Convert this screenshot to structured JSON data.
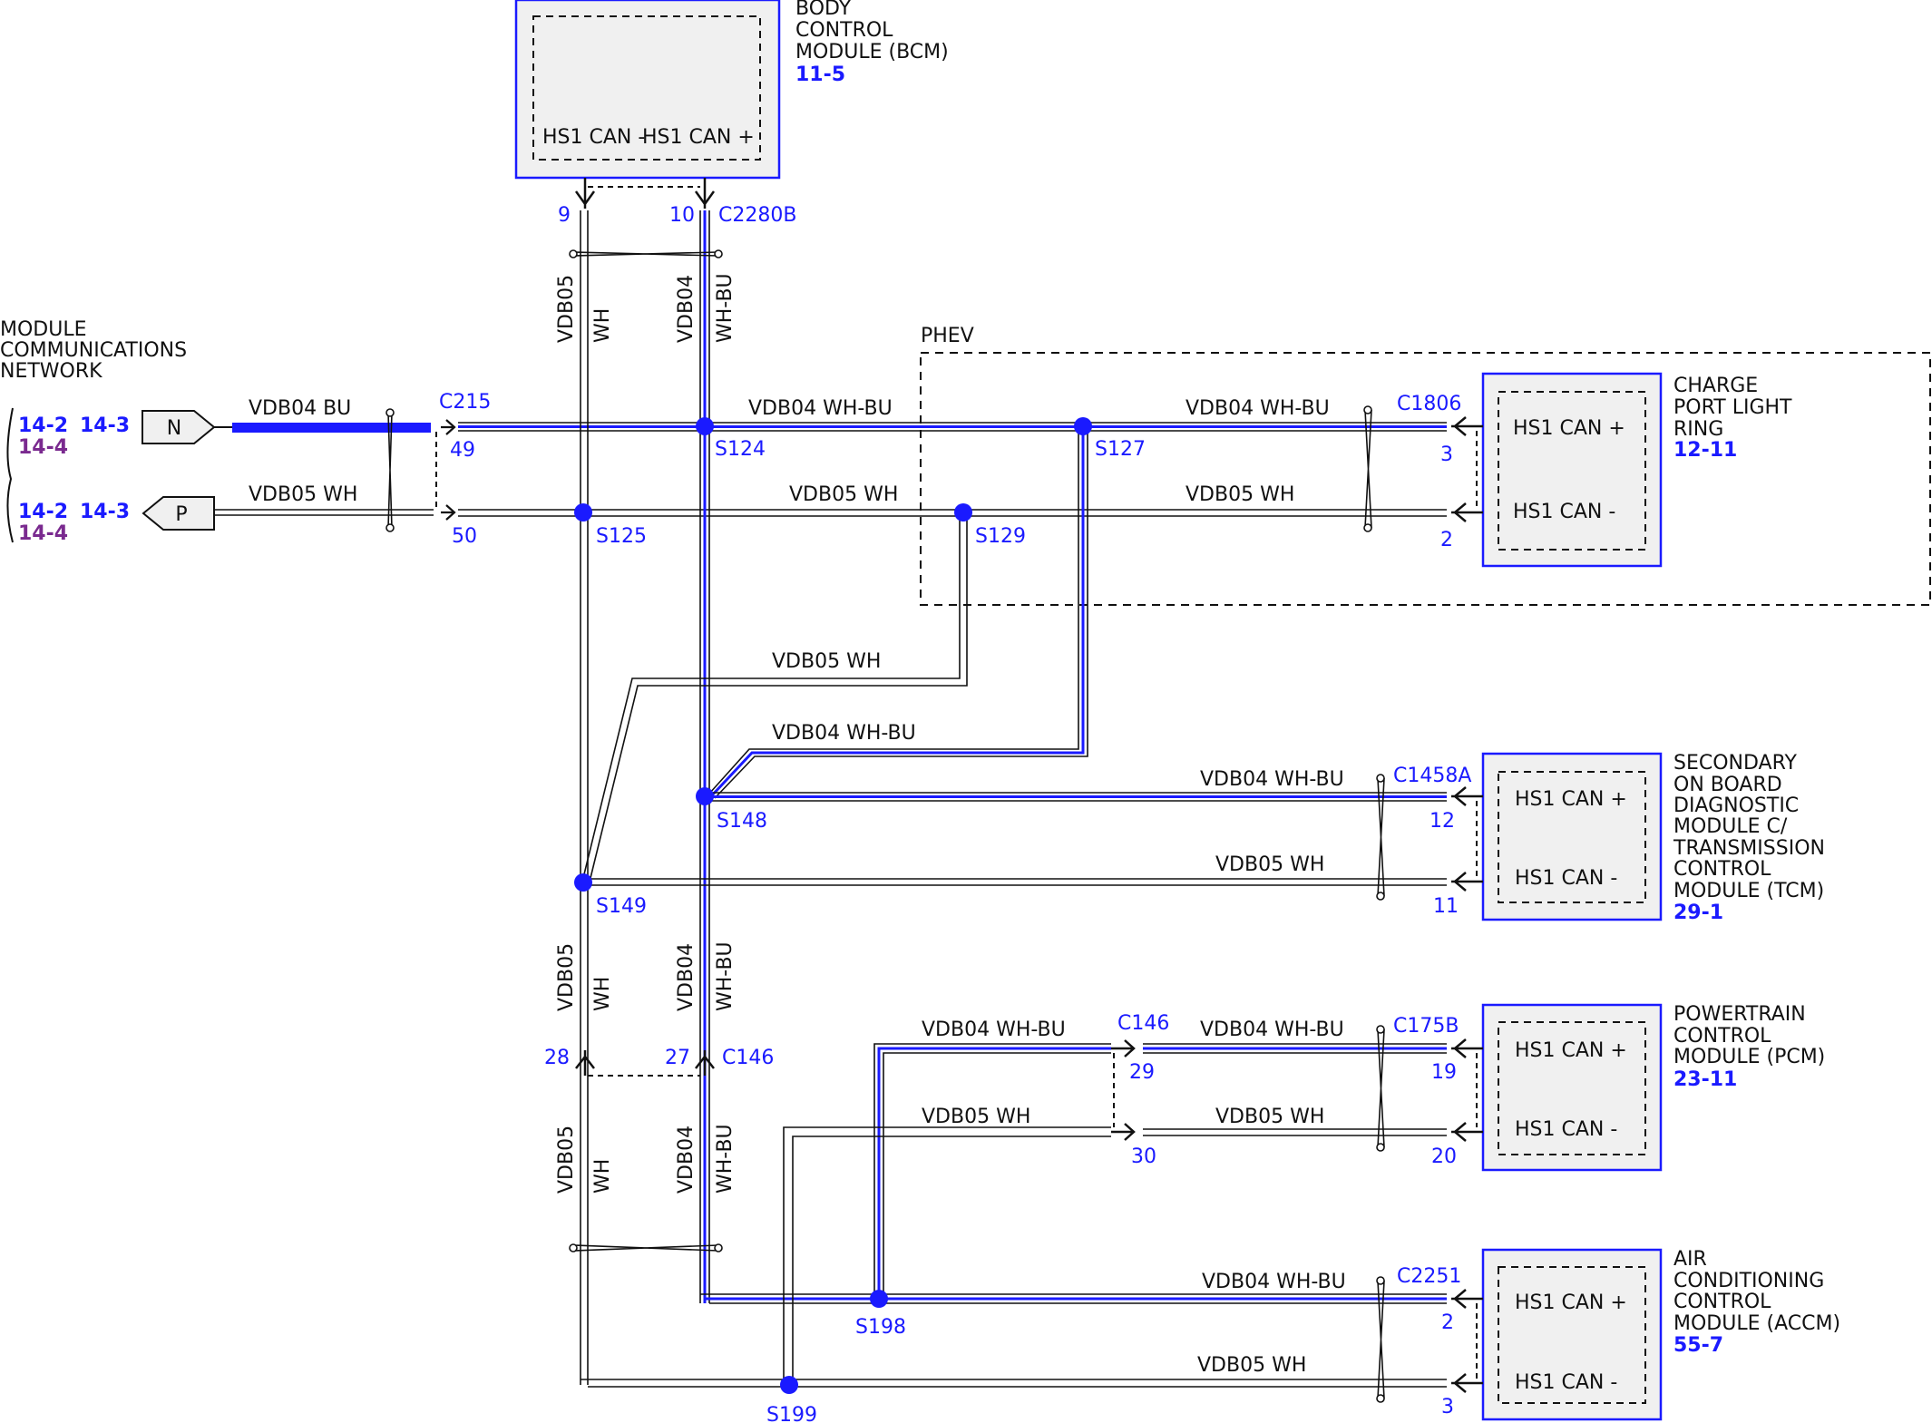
{
  "modules": {
    "bcm": {
      "name": [
        "BODY",
        "CONTROL",
        "MODULE (BCM)"
      ],
      "ref": "11-5",
      "pin_minus": "HS1 CAN -",
      "pin_plus": "HS1 CAN +"
    },
    "cplr": {
      "name": [
        "CHARGE",
        "PORT LIGHT",
        "RING"
      ],
      "ref": "12-11",
      "pin_plus": "HS1 CAN +",
      "pin_minus": "HS1 CAN -"
    },
    "tcm": {
      "name": [
        "SECONDARY",
        "ON BOARD",
        "DIAGNOSTIC",
        "MODULE C/",
        "TRANSMISSION",
        "CONTROL",
        "MODULE (TCM)"
      ],
      "ref": "29-1",
      "pin_plus": "HS1 CAN +",
      "pin_minus": "HS1 CAN -"
    },
    "pcm": {
      "name": [
        "POWERTRAIN",
        "CONTROL",
        "MODULE (PCM)"
      ],
      "ref": "23-11",
      "pin_plus": "HS1 CAN +",
      "pin_minus": "HS1 CAN -"
    },
    "accm": {
      "name": [
        "AIR",
        "CONDITIONING",
        "CONTROL",
        "MODULE (ACCM)"
      ],
      "ref": "55-7",
      "pin_plus": "HS1 CAN +",
      "pin_minus": "HS1 CAN -"
    }
  },
  "network": {
    "name": [
      "MODULE",
      "COMMUNICATIONS",
      "NETWORK"
    ],
    "ref_a": "14-2",
    "ref_b": "14-3",
    "ref_c": "14-4",
    "tag_n": "N",
    "tag_p": "P"
  },
  "phev_label": "PHEV",
  "wires": {
    "vdb04_bu": "VDB04  BU",
    "vdb05_wh": "VDB05  WH",
    "vdb04_whbu": "VDB04  WH-BU",
    "vdb04": "VDB04",
    "vdb05": "VDB05",
    "wh": "WH",
    "whbu": "WH-BU"
  },
  "connectors": {
    "c2280b": "C2280B",
    "c215": "C215",
    "c1806": "C1806",
    "c1458a": "C1458A",
    "c146": "C146",
    "c175b": "C175B",
    "c2251": "C2251"
  },
  "pins": {
    "p9": "9",
    "p10": "10",
    "p49": "49",
    "p50": "50",
    "p3": "3",
    "p2": "2",
    "p12": "12",
    "p11": "11",
    "p28": "28",
    "p27": "27",
    "p29": "29",
    "p30": "30",
    "p19": "19",
    "p20": "20",
    "p2b": "2",
    "p3b": "3"
  },
  "splices": {
    "s124": "S124",
    "s125": "S125",
    "s127": "S127",
    "s129": "S129",
    "s148": "S148",
    "s149": "S149",
    "s198": "S198",
    "s199": "S199"
  },
  "colors": {
    "wire_blue": "#1a1aff",
    "module_border": "#1a1aff",
    "module_fill": "#f0f0f0",
    "purple_ref": "#7a2a8f"
  }
}
